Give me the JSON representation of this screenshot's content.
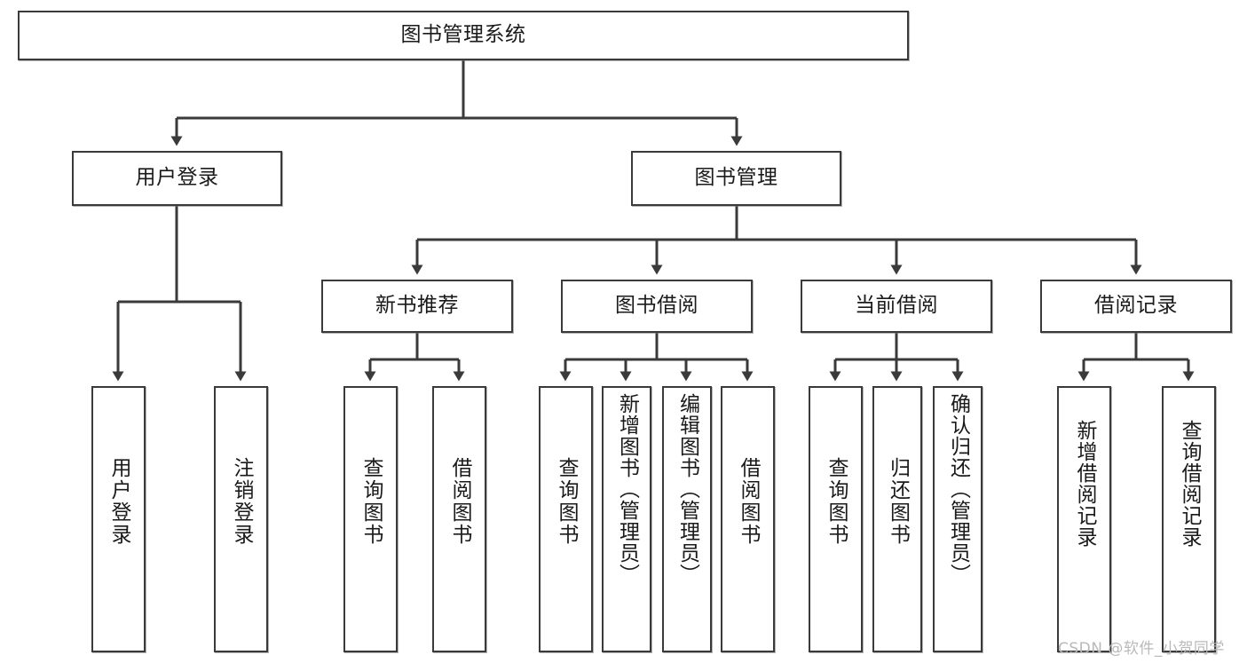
{
  "diagram": {
    "title": "图书管理系统",
    "type": "tree",
    "orientation": "top-down",
    "colors": {
      "node_border": "#3a3a3a",
      "node_fill": "#ffffff",
      "edge": "#3a3a3a",
      "text": "#1a1a1a",
      "watermark": "#b9b9b9",
      "background": "#ffffff"
    },
    "root": {
      "label": "图书管理系统"
    },
    "level2": [
      {
        "label": "用户登录"
      },
      {
        "label": "图书管理"
      }
    ],
    "level3": [
      {
        "label": "新书推荐"
      },
      {
        "label": "图书借阅"
      },
      {
        "label": "当前借阅"
      },
      {
        "label": "借阅记录"
      }
    ],
    "leaves": {
      "user_login": [
        {
          "label": "用户登录"
        },
        {
          "label": "注销登录"
        }
      ],
      "new_book": [
        {
          "label": "查询图书"
        },
        {
          "label": "借阅图书"
        }
      ],
      "borrow_book": [
        {
          "label": "查询图书"
        },
        {
          "label": "新增图书（管理员）"
        },
        {
          "label": "编辑图书（管理员）"
        },
        {
          "label": "借阅图书"
        }
      ],
      "current_borrow": [
        {
          "label": "查询图书"
        },
        {
          "label": "归还图书"
        },
        {
          "label": "确认归还（管理员）"
        }
      ],
      "borrow_record": [
        {
          "label": "新增借阅记录"
        },
        {
          "label": "查询借阅记录"
        }
      ]
    },
    "watermark": "CSDN @软件_小贺同学"
  }
}
